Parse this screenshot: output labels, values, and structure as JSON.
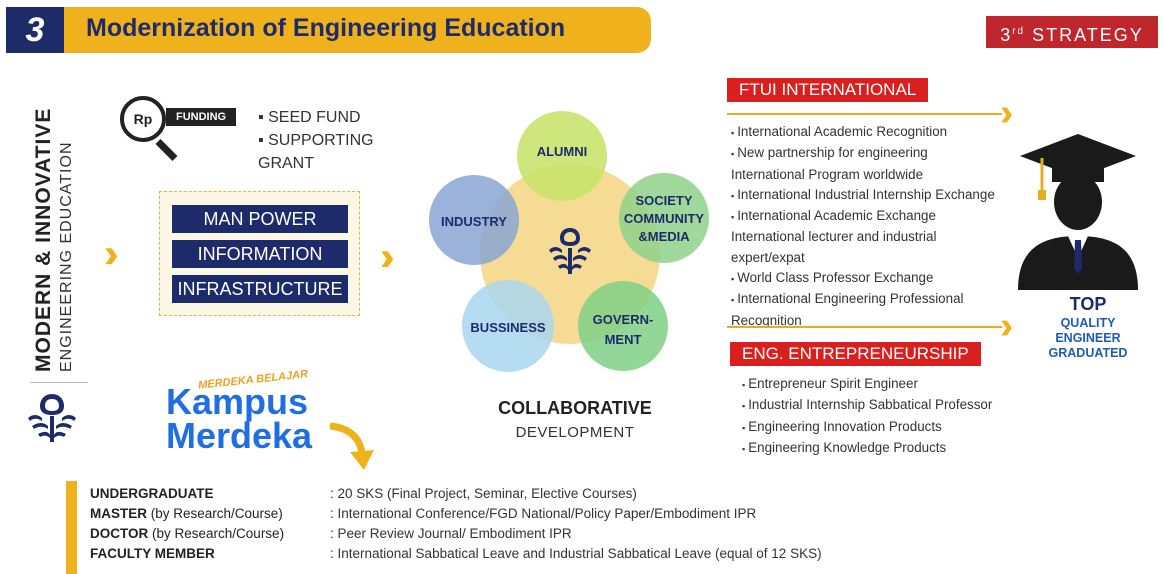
{
  "header": {
    "number": "3",
    "title": "Modernization of Engineering Education",
    "strategy_ordinal": "3",
    "strategy_suffix": "rd",
    "strategy_label": "STRATEGY"
  },
  "vertical_title": {
    "line1": "MODERN & INNOVATIVE",
    "line2": "ENGINEERING EDUCATION"
  },
  "funding": {
    "currency": "Rp",
    "tag": "FUNDING",
    "items": [
      "SEED FUND",
      "SUPPORTING GRANT"
    ]
  },
  "resources": [
    "MAN POWER",
    "INFORMATION",
    "INFRASTRUCTURE"
  ],
  "collaboration": {
    "center_icon": "university-emblem-icon",
    "circles": [
      "ALUMNI",
      "SOCIETY COMMUNITY &MEDIA",
      "GOVERN-MENT",
      "BUSSINESS",
      "INDUSTRY"
    ],
    "title": "COLLABORATIVE",
    "subtitle": "DEVELOPMENT"
  },
  "kampus_merdeka": {
    "tagline": "MERDEKA BELAJAR",
    "line1": "Kampus",
    "line2": "Merdeka"
  },
  "international": {
    "label": "FTUI INTERNATIONAL",
    "items": [
      "International Academic Recognition",
      "New partnership for engineering International Program worldwide",
      "International Industrial Internship Exchange",
      "International Academic Exchange International lecturer and industrial expert/expat",
      "World Class Professor Exchange",
      "International Engineering Professional Recognition"
    ]
  },
  "entrepreneurship": {
    "label": "ENG. ENTREPRENEURSHIP",
    "items": [
      "Entrepreneur Spirit Engineer",
      "Industrial Internship Sabbatical Professor",
      "Engineering Innovation Products",
      "Engineering Knowledge Products"
    ]
  },
  "outcome": {
    "icon": "graduate-icon",
    "title": "TOP",
    "subtitle": "QUALITY ENGINEER GRADUATED"
  },
  "programs": [
    {
      "label": "UNDERGRADUATE",
      "qualifier": "",
      "value": ": 20 SKS (Final Project, Seminar, Elective Courses)"
    },
    {
      "label": "MASTER",
      "qualifier": " (by Research/Course)",
      "value": ": International Conference/FGD National/Policy Paper/Embodiment IPR"
    },
    {
      "label": "DOCTOR",
      "qualifier": " (by Research/Course)",
      "value": ": Peer Review Journal/ Embodiment IPR"
    },
    {
      "label": "FACULTY MEMBER",
      "qualifier": "",
      "value": ": International Sabbatical Leave and Industrial Sabbatical Leave (equal of 12 SKS)"
    }
  ],
  "colors": {
    "navy": "#1d2b6b",
    "gold": "#f0b21c",
    "red": "#d9201f",
    "blue": "#1f6fe0"
  }
}
